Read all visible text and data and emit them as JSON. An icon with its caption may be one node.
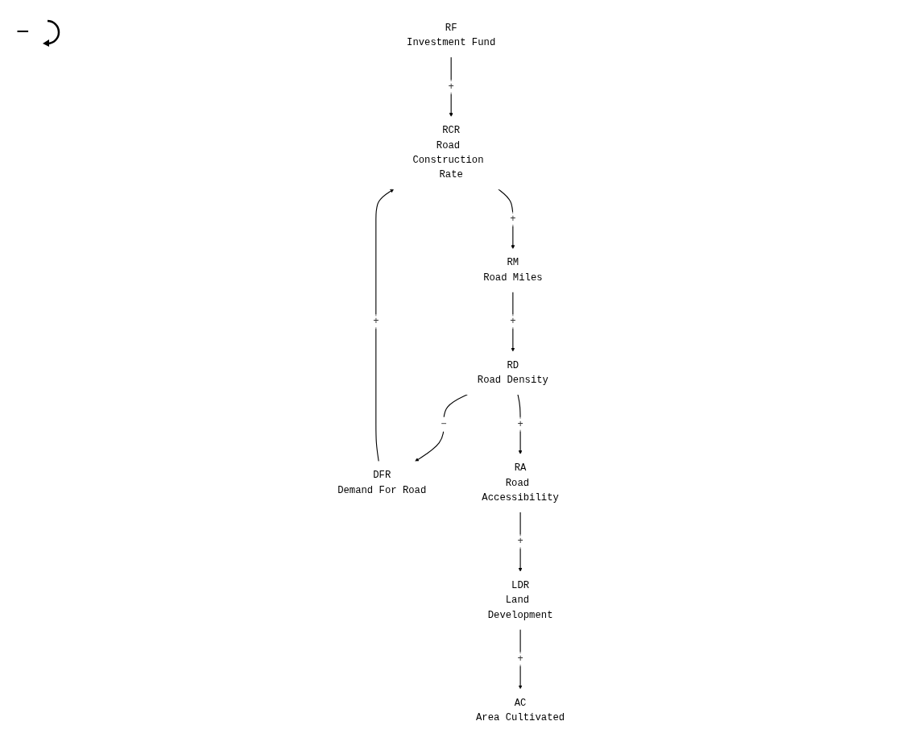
{
  "diagram": {
    "nodes": [
      {
        "text": [
          "RF",
          "Investment Fund"
        ]
      },
      {
        "text": [
          "DFR",
          "Demand For Road"
        ]
      },
      {
        "text": [
          "RA",
          "Road Accessibility"
        ]
      },
      {
        "text": [
          "RD",
          "Road Density"
        ]
      },
      {
        "text": [
          "RCR",
          "Road Construction Rate"
        ]
      },
      {
        "text": [
          "LDR",
          "Land Development"
        ]
      },
      {
        "text": [
          "RM",
          "Road Miles"
        ]
      },
      {
        "text": [
          "AC",
          "Area Cultivated"
        ]
      }
    ],
    "edges": [
      {
        "from": 3,
        "to": 1,
        "arrow": "to",
        "label": "−"
      },
      {
        "from": 1,
        "to": 4,
        "arrow": "to",
        "label": "+"
      },
      {
        "from": 0,
        "to": 4,
        "arrow": "to",
        "label": "+"
      },
      {
        "from": 4,
        "to": 6,
        "arrow": "to",
        "label": "+"
      },
      {
        "from": 6,
        "to": 3,
        "arrow": "to",
        "label": "+"
      },
      {
        "from": 3,
        "to": 2,
        "arrow": "to",
        "label": "+"
      },
      {
        "from": 2,
        "to": 5,
        "arrow": "to",
        "label": "+"
      },
      {
        "from": 5,
        "to": 7,
        "arrow": "to",
        "label": "+"
      }
    ],
    "labels": [
      "−"
    ]
  }
}
